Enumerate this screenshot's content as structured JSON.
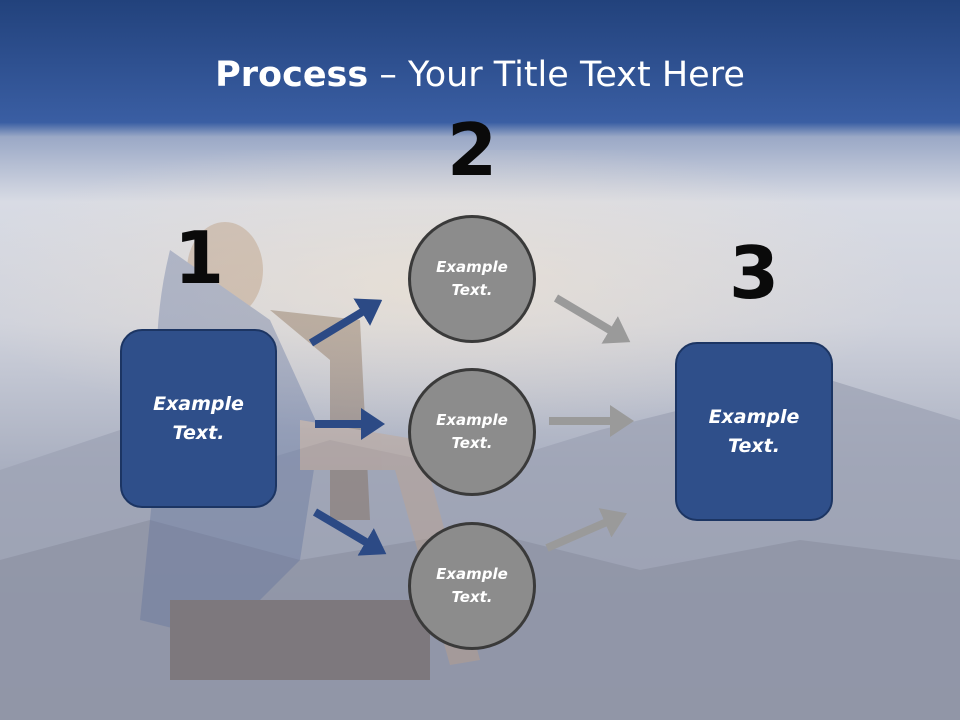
{
  "title": {
    "bold": "Process",
    "rest": " – Your Title Text Here"
  },
  "steps": [
    {
      "number": "1",
      "label": "Example\nText."
    },
    {
      "number": "2",
      "items": [
        "Example\nText.",
        "Example\nText.",
        "Example\nText."
      ]
    },
    {
      "number": "3",
      "label": "Example\nText."
    }
  ],
  "colors": {
    "header_blue": "#2f4f8a",
    "box_fill": "#2f4f8a",
    "circle_fill": "#8c8c8c",
    "arrow_blue": "#2c4a85",
    "arrow_gray": "#9a9a9a"
  }
}
